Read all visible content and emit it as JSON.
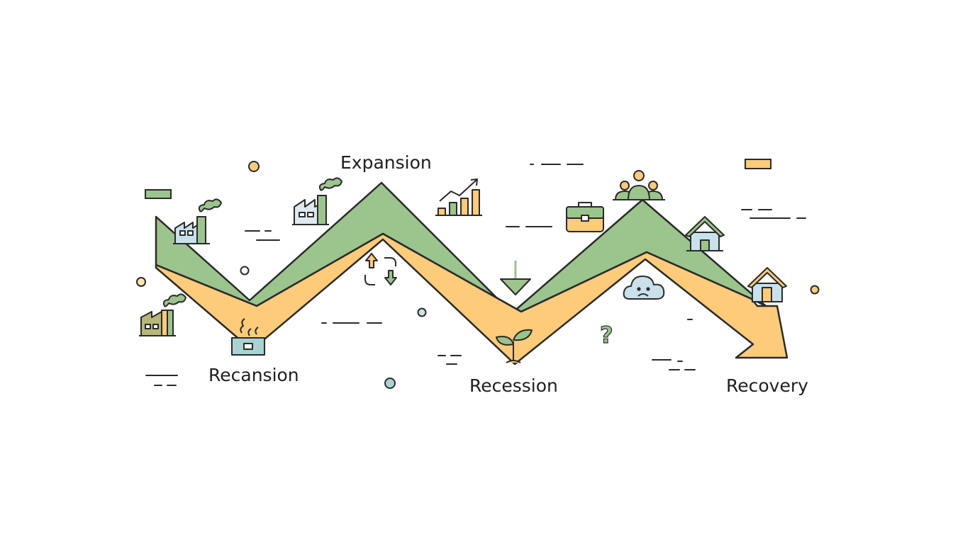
{
  "phases": {
    "expansion": "Expansion",
    "recansion": "Recansion",
    "recession": "Recession",
    "recovery": "Recovery"
  },
  "colors": {
    "green": "#9cc48d",
    "yellow": "#fdcb7a",
    "outline": "#2a2a2a",
    "teal": "#a9d3d3",
    "sky": "#c9e1ea",
    "olive": "#b7b77a"
  },
  "icons": [
    "factory-icon",
    "bar-chart-trend-icon",
    "briefcase-icon",
    "people-group-icon",
    "house-icon",
    "cycle-arrows-icon",
    "down-arrow-icon",
    "seedling-icon",
    "sad-cloud-icon",
    "question-mark-icon",
    "money-bill-icon"
  ],
  "symbols": {
    "question": "?"
  }
}
